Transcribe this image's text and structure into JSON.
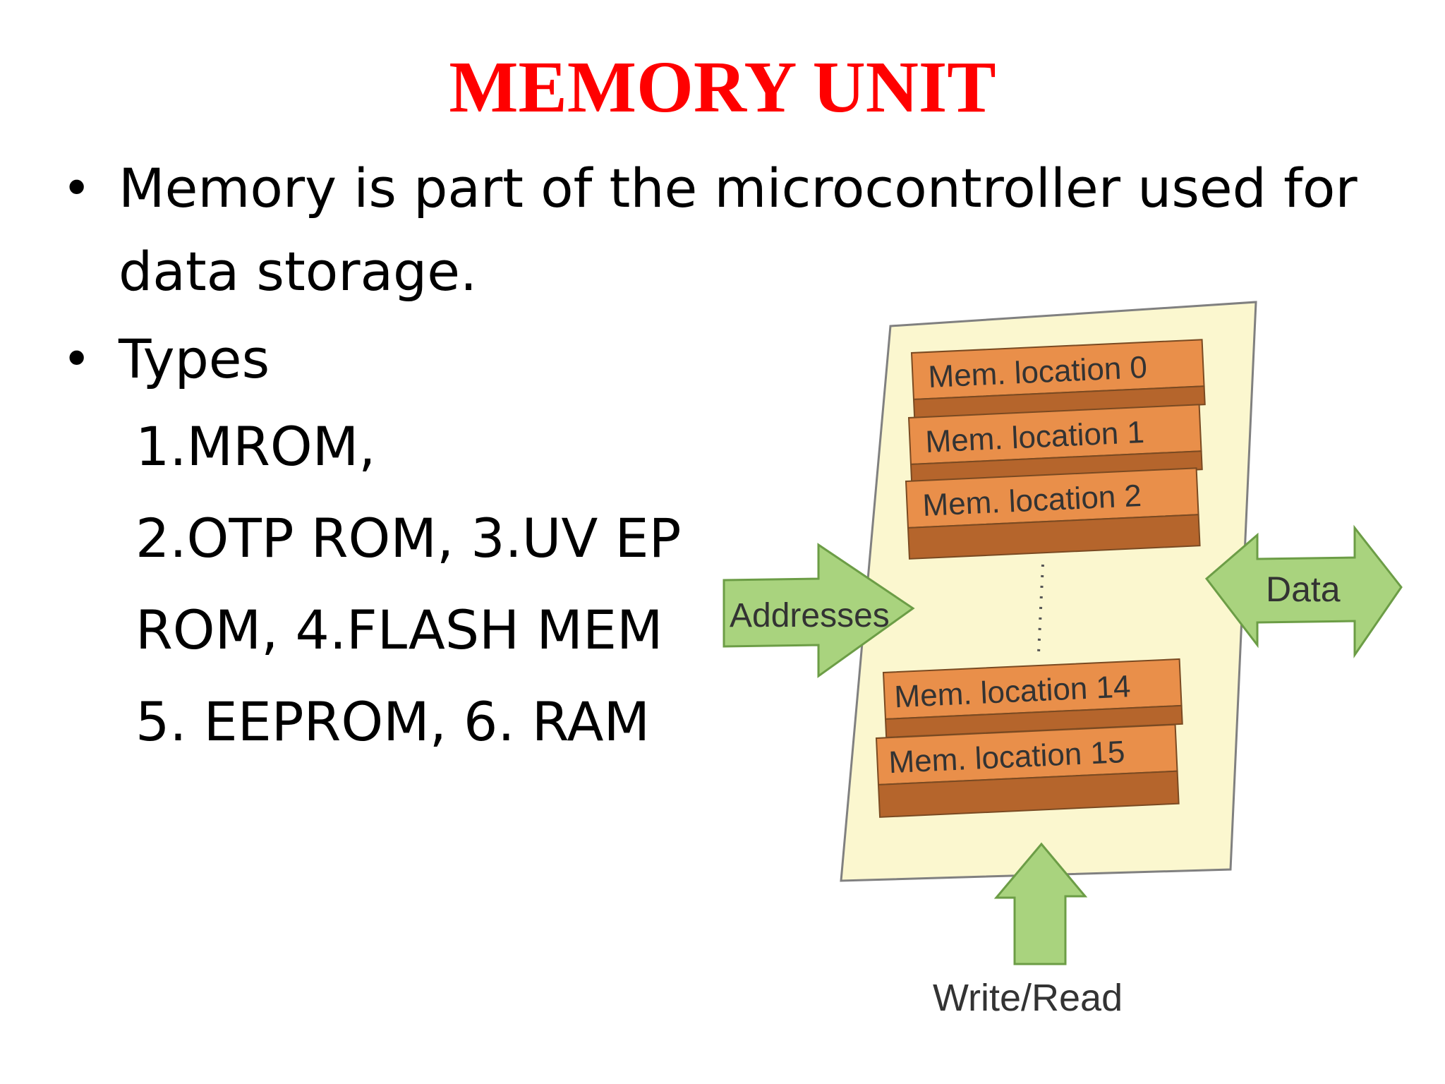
{
  "title": "MEMORY UNIT",
  "bullets": [
    "Memory is part of the microcontroller used for data storage.",
    "Types"
  ],
  "types_lines": [
    "1.MROM,",
    "2.OTP ROM, 3.UV EP",
    "ROM, 4.FLASH MEM",
    "5. EEPROM, 6. RAM"
  ],
  "diagram": {
    "memory_locations": [
      "Mem. location 0",
      "Mem. location 1",
      "Mem. location 2",
      "Mem. location 14",
      "Mem. location 15"
    ],
    "arrows": {
      "addresses": "Addresses",
      "data": "Data",
      "write_read": "Write/Read"
    },
    "colors": {
      "panel": "#fbf7cf",
      "location_face": "#e98f4a",
      "location_side": "#b5652c",
      "arrow_fill": "#a9d37e",
      "arrow_stroke": "#6c9d46"
    }
  }
}
